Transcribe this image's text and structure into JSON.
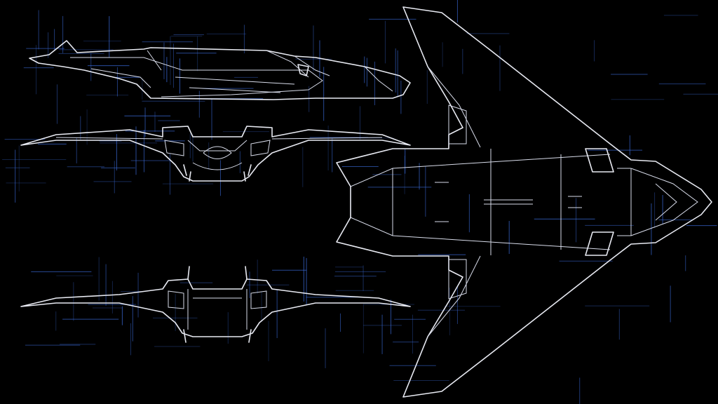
{
  "colors": {
    "background": "#000000",
    "linework": "#e8eaf2",
    "grid_glow": "#3a6ad8"
  },
  "views": [
    {
      "name": "side-view"
    },
    {
      "name": "front-view"
    },
    {
      "name": "rear-view"
    },
    {
      "name": "top-view"
    }
  ]
}
